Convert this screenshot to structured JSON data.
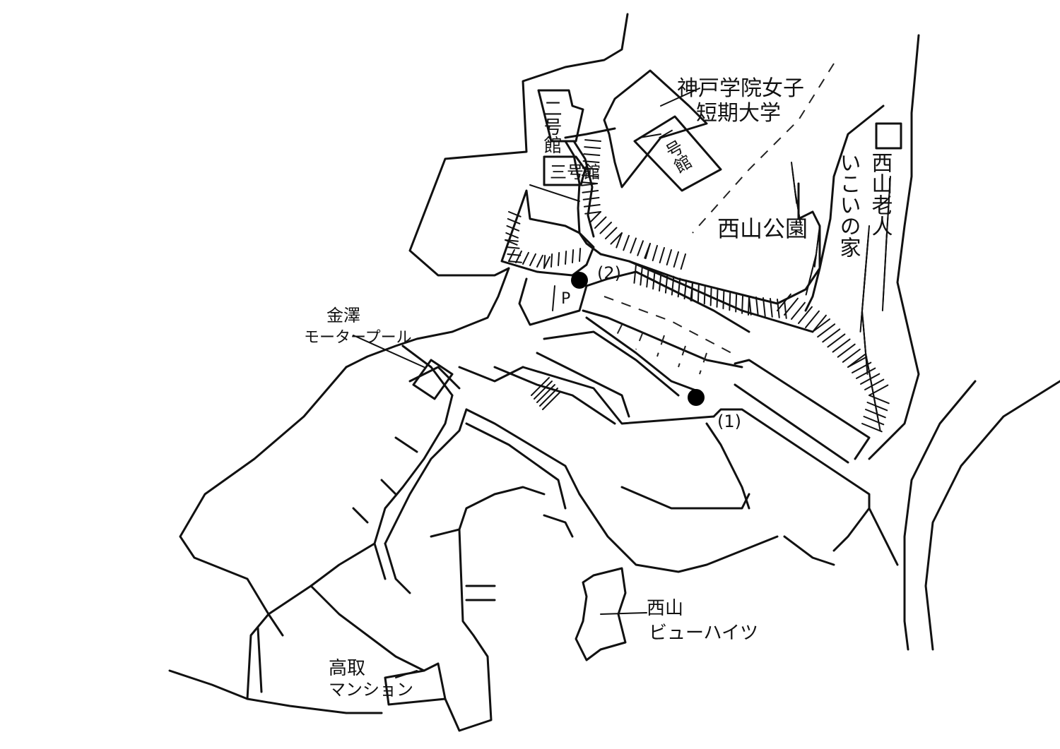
{
  "labels": {
    "college": [
      "神戸学院女子",
      "短期大学"
    ],
    "bldg_2": "二号館",
    "bldg_3": "三号館",
    "bldg_1": "一号館",
    "elderly_home": [
      "西山老人",
      "いこいの家"
    ],
    "park": "西山公園",
    "parking": "P",
    "motor_pool": [
      "金澤",
      "モータープール"
    ],
    "point_1": "(1)",
    "point_2": "(2)",
    "view_heights": [
      "西山",
      "ビューハイツ"
    ],
    "takatori": [
      "高取",
      "マンション"
    ]
  },
  "colors": {
    "ink": "#111111",
    "paper": "#ffffff"
  }
}
